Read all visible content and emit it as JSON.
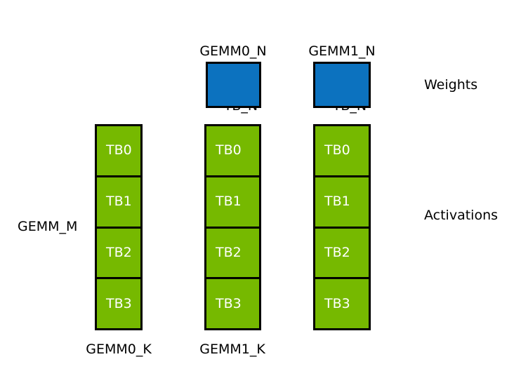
{
  "diagram": {
    "title_labels": {
      "gemm0_n": {
        "line1": "GEMM0_N",
        "line2": "= TB_N"
      },
      "gemm1_n": {
        "line1": "GEMM1_N",
        "line2": "= TB_N"
      }
    },
    "side_labels": {
      "left_m": "GEMM_M",
      "right_weights": "Weights",
      "right_activations": "Activations"
    },
    "bottom_labels": {
      "gemm0_k": "GEMM0_K",
      "gemm1_k": "GEMM1_K"
    },
    "weights": [
      {
        "name": "gemm0-weight-block"
      },
      {
        "name": "gemm1-weight-block"
      }
    ],
    "activation_columns": [
      {
        "id": "column-0",
        "cells": [
          "TB0",
          "TB1",
          "TB2",
          "TB3"
        ]
      },
      {
        "id": "column-1",
        "cells": [
          "TB0",
          "TB1",
          "TB2",
          "TB3"
        ]
      },
      {
        "id": "column-2",
        "cells": [
          "TB0",
          "TB1",
          "TB2",
          "TB3"
        ]
      }
    ],
    "colors": {
      "activation_green": "#76B900",
      "weight_blue": "#0C72BF",
      "border_black": "#000000",
      "background": "#FFFFFF",
      "cell_text": "#FFFFFF"
    }
  }
}
